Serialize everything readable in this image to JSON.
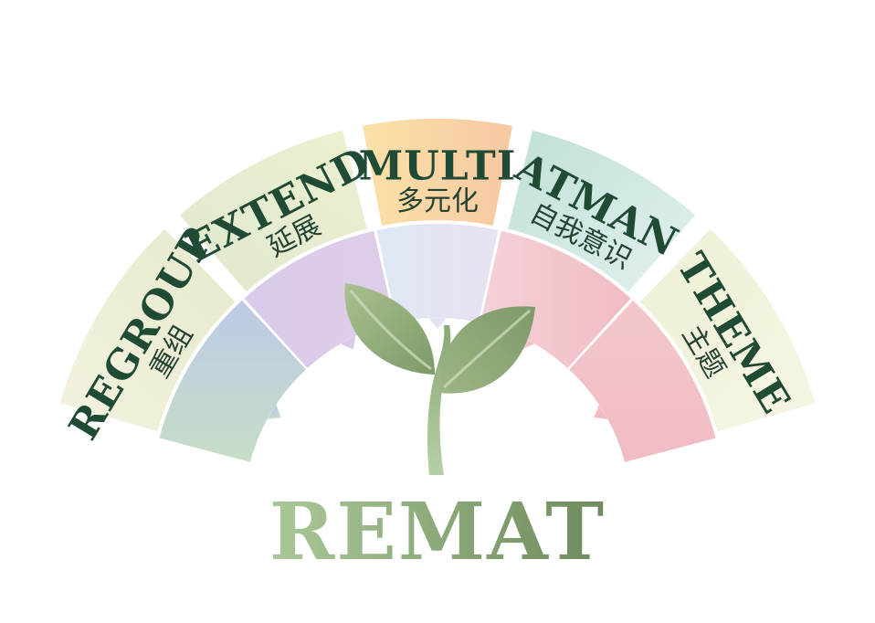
{
  "brand": {
    "name": "REMAT"
  },
  "segments": [
    {
      "en": "REGROUP",
      "zh": "重组"
    },
    {
      "en": "EXTEND",
      "zh": "延展"
    },
    {
      "en": "MULTI",
      "zh": "多元化"
    },
    {
      "en": "ATMAN",
      "zh": "自我意识"
    },
    {
      "en": "THEME",
      "zh": "主题"
    }
  ],
  "colors": {
    "text_dark": "#1f4a34",
    "leaf": "#7e9a6a",
    "brand_light": "#a9c898",
    "brand_dark": "#6f8a5c"
  }
}
